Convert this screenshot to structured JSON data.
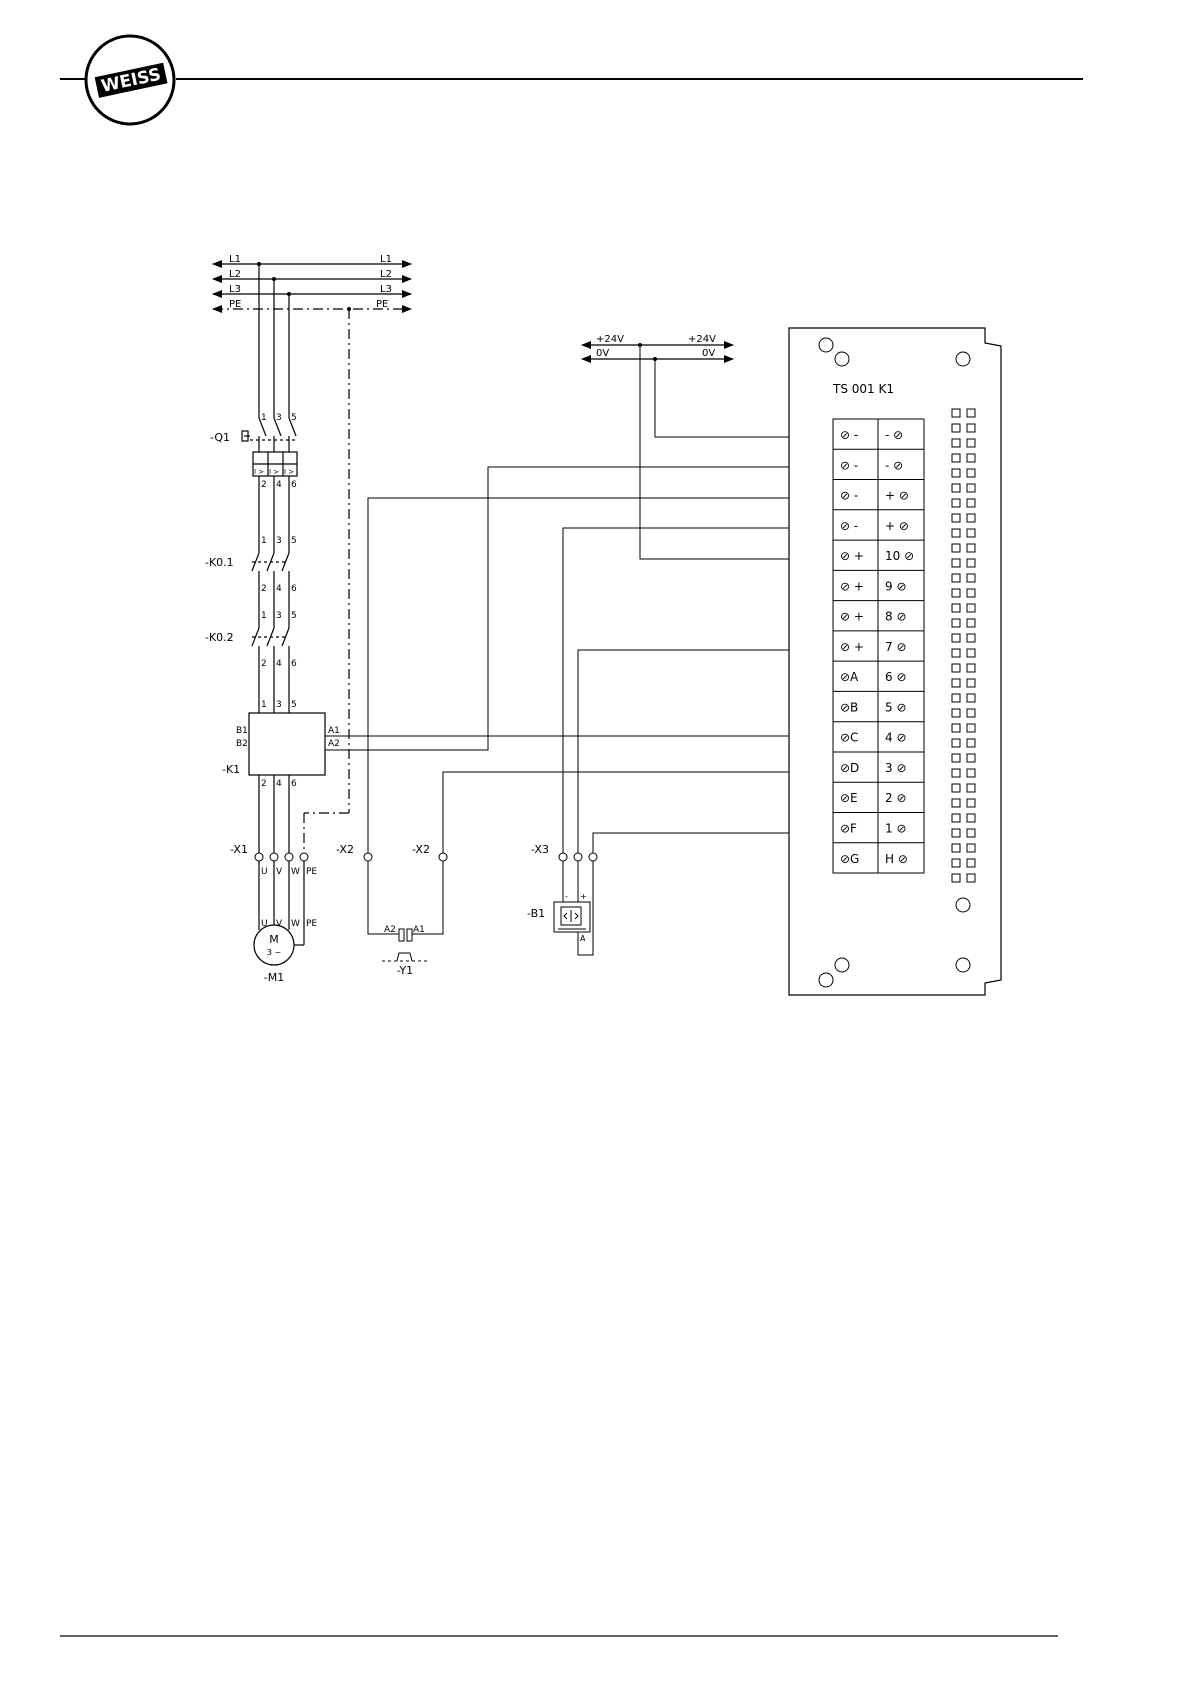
{
  "header": {
    "logo_text": "WEISS"
  },
  "supply": {
    "lines_left": [
      "L1",
      "L2",
      "L3",
      "PE"
    ],
    "lines_right": [
      "L1",
      "L2",
      "L3",
      "PE"
    ]
  },
  "dc_supply": {
    "pos_left": "+24V",
    "neg_left": "0V",
    "pos_right": "+24V",
    "neg_right": "0V"
  },
  "components": {
    "q1": {
      "label": "-Q1",
      "top_terms": [
        "1",
        "3",
        "5"
      ],
      "bottom_terms": [
        "2",
        "4",
        "6"
      ],
      "trip_mark": "I >"
    },
    "k01": {
      "label": "-K0.1",
      "top_terms": [
        "1",
        "3",
        "5"
      ],
      "bottom_terms": [
        "2",
        "4",
        "6"
      ]
    },
    "k02": {
      "label": "-K0.2",
      "top_terms": [
        "1",
        "3",
        "5"
      ],
      "bottom_terms": [
        "2",
        "4",
        "6"
      ]
    },
    "k1": {
      "label": "-K1",
      "top_terms": [
        "1",
        "3",
        "5"
      ],
      "bottom_terms": [
        "2",
        "4",
        "6"
      ],
      "left_terms": [
        "B1",
        "B2"
      ],
      "right_terms": [
        "A1",
        "A2"
      ]
    },
    "x1": {
      "label": "-X1",
      "terms": [
        "U",
        "V",
        "W",
        "PE"
      ]
    },
    "m1": {
      "label": "-M1",
      "symbol": "M",
      "phase": "3 ~",
      "terms": [
        "U",
        "V",
        "W",
        "PE"
      ]
    },
    "x2_left": {
      "label": "-X2"
    },
    "x2_right": {
      "label": "-X2"
    },
    "y1": {
      "label": "-Y1",
      "terms": [
        "A2",
        "A1"
      ]
    },
    "x3": {
      "label": "-X3"
    },
    "b1": {
      "label": "-B1",
      "terms": [
        "-",
        "+",
        "A"
      ]
    }
  },
  "board": {
    "title": "TS 001 K1",
    "left_col": [
      "⊘ -",
      "⊘ -",
      "⊘ -",
      "⊘ -",
      "⊘ +",
      "⊘ +",
      "⊘ +",
      "⊘ +",
      "⊘A",
      "⊘B",
      "⊘C",
      "⊘D",
      "⊘E",
      "⊘F",
      "⊘G"
    ],
    "right_col": [
      "- ⊘",
      "- ⊘",
      "+ ⊘",
      "+ ⊘",
      "10 ⊘",
      "9 ⊘",
      "8 ⊘",
      "7 ⊘",
      "6 ⊘",
      "5 ⊘",
      "4 ⊘",
      "3 ⊘",
      "2 ⊘",
      "1 ⊘",
      "H ⊘"
    ]
  }
}
